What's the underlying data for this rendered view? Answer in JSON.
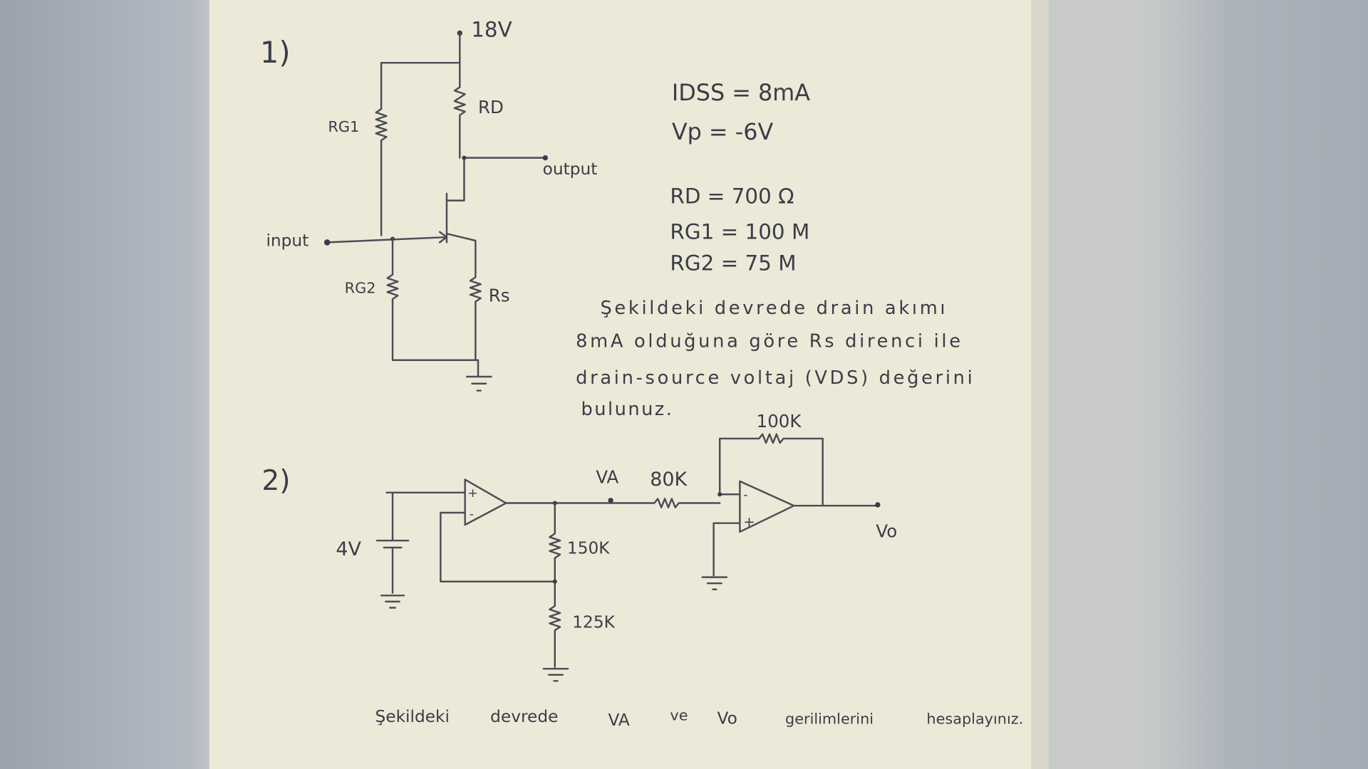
{
  "problem1": {
    "number": "1)",
    "supply": "18V",
    "labels": {
      "rg1": "RG1",
      "rd": "RD",
      "rg2": "RG2",
      "rs": "Rs",
      "input": "input",
      "output": "output"
    },
    "given": [
      "IDSS = 8mA",
      "Vp = -6V",
      "RD = 700 Ω",
      "RG1 = 100 M",
      "RG2 = 75 M"
    ],
    "question": [
      "Şekildeki devrede drain akımı",
      "8mA olduğuna göre Rs direnci ile",
      "drain-source voltaj (VDS) değerini",
      "bulunuz."
    ]
  },
  "problem2": {
    "number": "2)",
    "battery": "4V",
    "labels": {
      "r150": "150K",
      "r125": "125K",
      "r80": "80K",
      "r100": "100K",
      "va": "VA",
      "vo": "Vo"
    },
    "question": [
      "Şekildeki",
      "devrede",
      "VA",
      "ve",
      "Vo",
      "gerilimlerini",
      "hesaplayınız."
    ]
  },
  "colors": {
    "paper": "#ece9d8",
    "ink": "#3a3d48"
  }
}
